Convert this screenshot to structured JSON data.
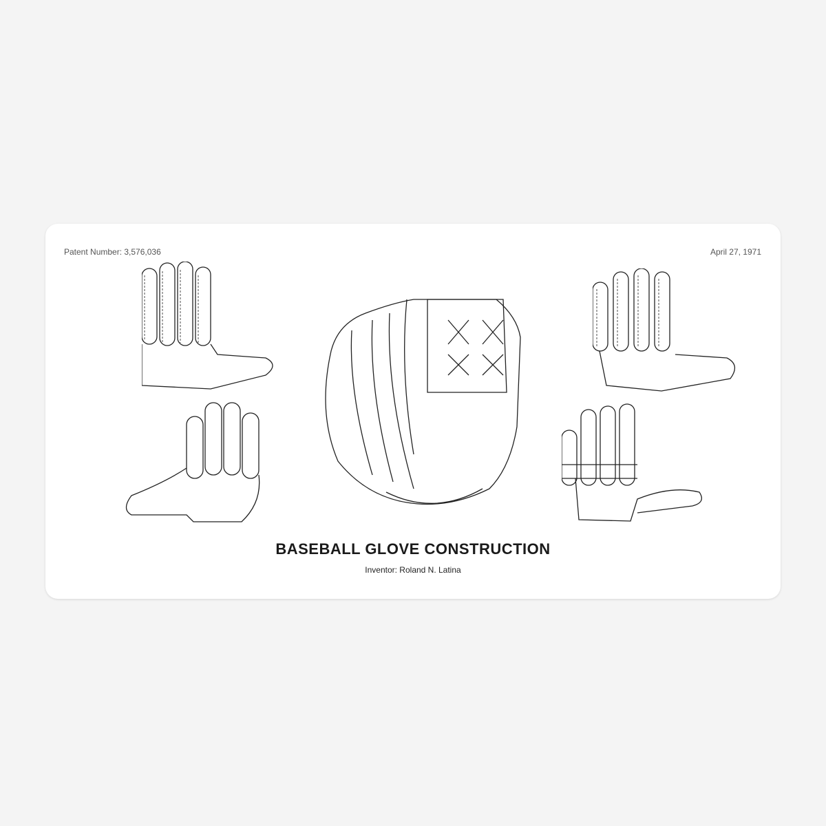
{
  "mat": {
    "patent_number": "Patent Number: 3,576,036",
    "date": "April 27, 1971",
    "title": "BASEBALL GLOVE CONSTRUCTION",
    "inventor": "Inventor: Roland N. Latina"
  }
}
